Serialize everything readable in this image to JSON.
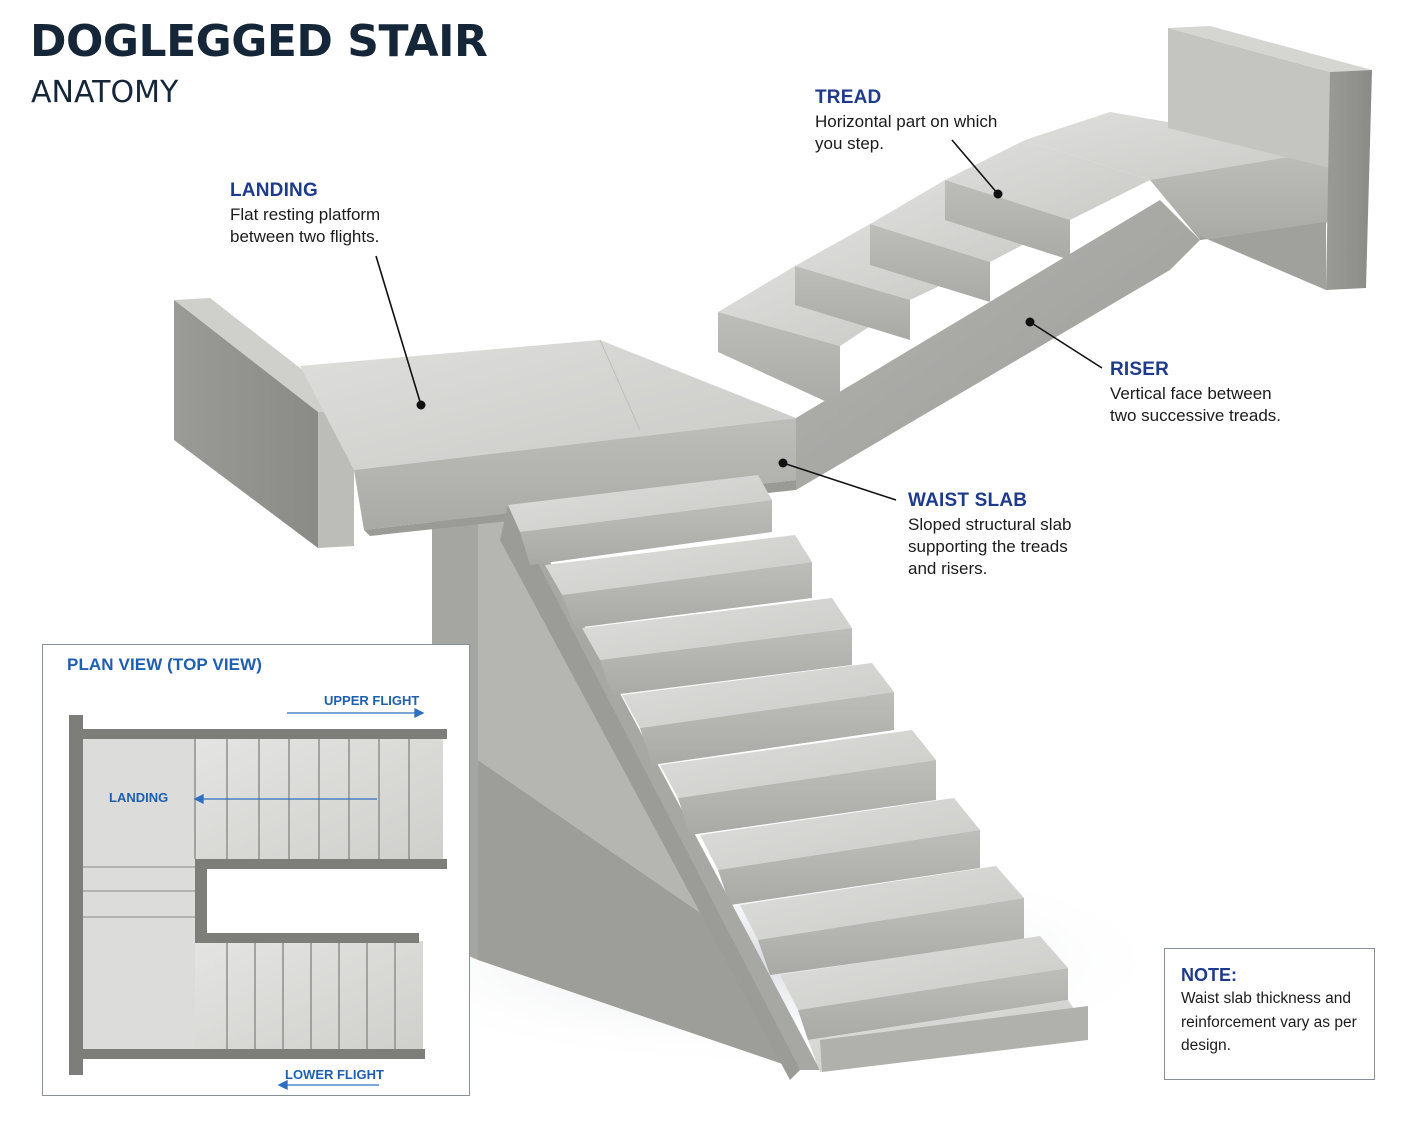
{
  "header": {
    "title": "DOGLEGGED STAIR",
    "subtitle": "ANATOMY"
  },
  "callouts": {
    "tread": {
      "heading": "TREAD",
      "desc": "Horizontal part on which you step."
    },
    "landing": {
      "heading": "LANDING",
      "desc": "Flat resting platform between two flights."
    },
    "riser": {
      "heading": "RISER",
      "desc": "Vertical face between two successive treads."
    },
    "waist": {
      "heading": "WAIST SLAB",
      "desc": "Sloped structural slab supporting the treads and risers."
    }
  },
  "plan": {
    "title": "PLAN VIEW (TOP VIEW)",
    "upper_flight": "UPPER FLIGHT",
    "lower_flight": "LOWER FLIGHT",
    "landing": "LANDING"
  },
  "note": {
    "title": "NOTE:",
    "text": "Waist slab thickness and reinforcement vary as per design."
  },
  "colors": {
    "heading": "#1e3a8a",
    "title": "#152638",
    "plan_accent": "#1f5fb0",
    "concrete_light": "#d6d6d4",
    "concrete_mid": "#b9b9b6",
    "concrete_dark": "#8f8f8c"
  }
}
